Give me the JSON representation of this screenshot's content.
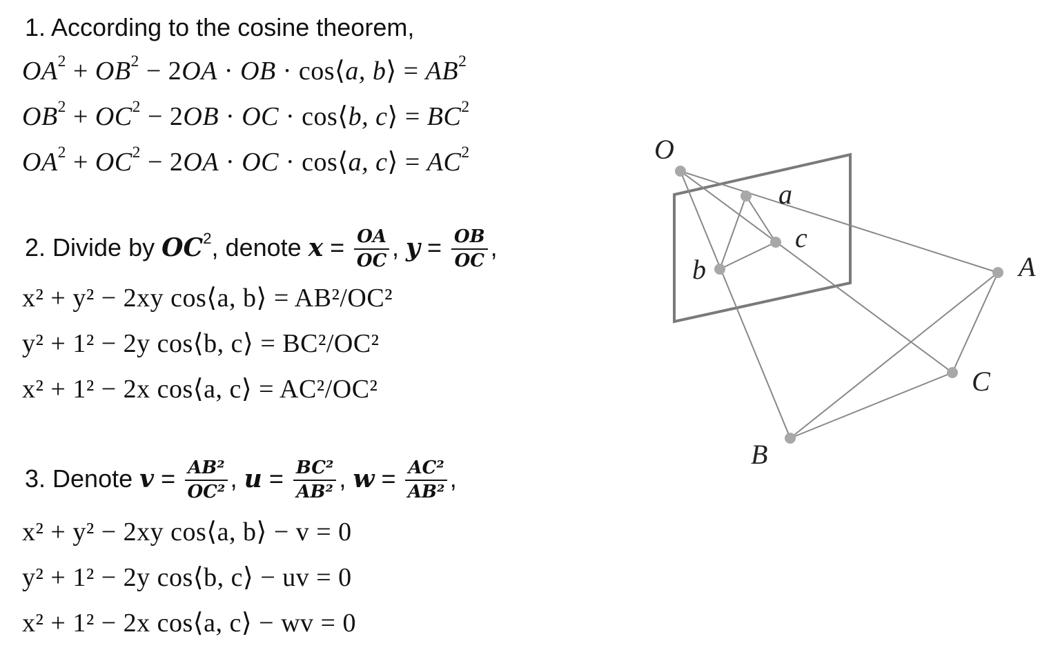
{
  "step1": {
    "heading": "1. According to the cosine theorem,",
    "eqs": [
      {
        "a": "OA",
        "b": "OB",
        "ab": "OA",
        "bb": "OB",
        "ang": "a, b",
        "rhs": "AB"
      },
      {
        "a": "OB",
        "b": "OC",
        "ab": "OB",
        "bb": "OC",
        "ang": "b, c",
        "rhs": "BC"
      },
      {
        "a": "OA",
        "b": "OC",
        "ab": "OA",
        "bb": "OC",
        "ang": "a, c",
        "rhs": "AC"
      }
    ]
  },
  "step2": {
    "heading_prefix": "2. Divide by",
    "oc": "OC",
    "denote": ", denote",
    "x": "x",
    "y": "y",
    "frac_x_num": "OA",
    "frac_x_den": "OC",
    "frac_y_num": "OB",
    "frac_y_den": "OC",
    "eq1": "x² + y² − 2xy cos⟨a, b⟩ = AB²/OC²",
    "eq2": "y² + 1² − 2y cos⟨b, c⟩ = BC²/OC²",
    "eq3": "x² + 1² − 2x cos⟨a, c⟩ = AC²/OC²"
  },
  "step3": {
    "heading_prefix": "3. Denote",
    "v": "v",
    "u": "u",
    "w": "w",
    "frac_v_num": "AB²",
    "frac_v_den": "OC²",
    "frac_u_num": "BC²",
    "frac_u_den": "AB²",
    "frac_w_num": "AC²",
    "frac_w_den": "AB²",
    "eq1": "x² + y² − 2xy cos⟨a, b⟩ − v = 0",
    "eq2": "y² + 1² − 2y cos⟨b, c⟩ − uv = 0",
    "eq3": "x² + 1² − 2x cos⟨a, c⟩ − wv = 0"
  },
  "diagram": {
    "labels": {
      "O": "O",
      "a": "a",
      "c": "c",
      "b": "b",
      "A": "A",
      "C": "C",
      "B": "B"
    },
    "line_color": "#888888",
    "plane_color": "#7a7a7a",
    "point_color": "#a8a8a8"
  }
}
